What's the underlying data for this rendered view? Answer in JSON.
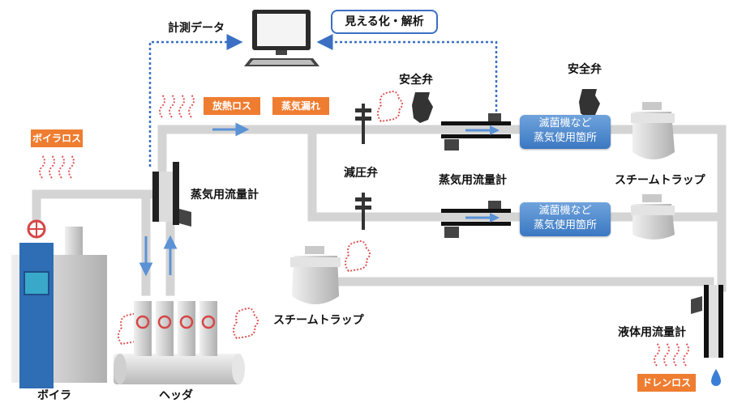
{
  "labels": {
    "measurement_data": "計測データ",
    "visualization": "見える化・解析",
    "boiler_loss": "ボイラロス",
    "heat_loss": "放熱ロス",
    "steam_leak": "蒸気漏れ",
    "safety_valve_1": "安全弁",
    "safety_valve_2": "安全弁",
    "pressure_reducing_valve": "減圧弁",
    "steam_flowmeter_left": "蒸気用流量計",
    "steam_flowmeter_mid": "蒸気用流量計",
    "device_1": "滅菌機など\n蒸気使用箇所",
    "device_2": "滅菌機など\n蒸気使用箇所",
    "steam_trap_right": "スチームトラップ",
    "steam_trap_bottom": "スチームトラップ",
    "liquid_flowmeter": "液体用流量計",
    "drain_loss": "ドレンロス",
    "boiler": "ボイラ",
    "header": "ヘッダ"
  },
  "colors": {
    "pipe": "#d4d4d4",
    "pipe_edge": "#bdbdbd",
    "arrow": "#5b92d6",
    "dotted": "#3a6fc4",
    "tag_orange": "#ef7d31",
    "device_blue": "#4a86cf",
    "boiler_blue": "#2f6db5",
    "valve_red": "#d64646",
    "heat_red": "#e05555"
  }
}
